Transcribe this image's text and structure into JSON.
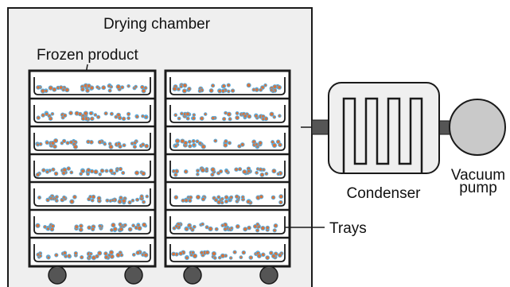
{
  "labels": {
    "chamber": "Drying chamber",
    "product": "Frozen product",
    "condenser": "Condenser",
    "vacuum_pump_line1": "Vacuum",
    "vacuum_pump_line2": "pump",
    "trays": "Trays"
  },
  "colors": {
    "chamber_fill": "#efefef",
    "outline": "#1a1a1a",
    "product_orange": "#d9733a",
    "product_blue": "#5aaee0",
    "pump_fill": "#c9c9c9",
    "pipe_fill": "#555555",
    "wheel_fill": "#555555"
  },
  "structure": {
    "rack_count": 2,
    "trays_per_rack": 7,
    "condenser_coil_loops": 4,
    "wheels": 4
  }
}
